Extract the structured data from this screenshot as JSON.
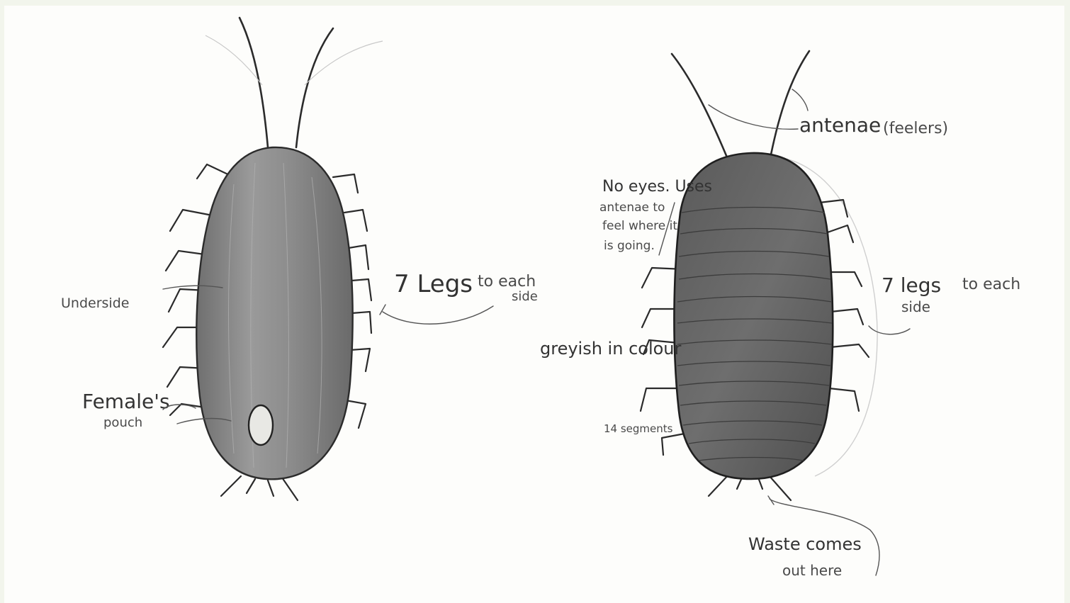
{
  "diagram": {
    "left_view": {
      "underside_label": "Underside",
      "female_label": "Female's",
      "pouch_label": "pouch",
      "legs_label_main": "7 Legs",
      "legs_label_to_each": "to each",
      "legs_label_side": "side"
    },
    "right_view": {
      "antennae_label": "antenae",
      "feelers_label": "(feelers)",
      "no_eyes_line1": "No eyes. Uses",
      "no_eyes_line2": "antenae to",
      "no_eyes_line3": "feel where it",
      "no_eyes_line4": "is going.",
      "legs_label_main": "7 legs",
      "legs_label_to_each": "to each",
      "legs_label_side": "side",
      "colour_label": "greyish in colour",
      "segments_label": "14 segments",
      "waste_line1": "Waste comes",
      "waste_line2": "out here"
    }
  },
  "colors": {
    "paper": "#fdfdfb",
    "border": "#f2f5ec",
    "pencil": "#2b2b2b",
    "shading": "#8a8a8a",
    "dark_shading": "#6a6a6a"
  }
}
